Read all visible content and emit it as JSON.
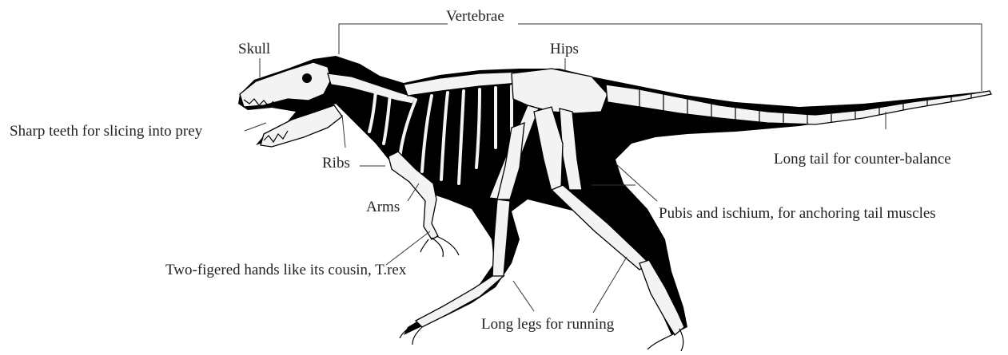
{
  "diagram": {
    "labels": {
      "vertebrae": "Vertebrae",
      "skull": "Skull",
      "hips": "Hips",
      "teeth": "Sharp teeth for slicing into prey",
      "ribs": "Ribs",
      "tail": "Long tail for counter-balance",
      "arms": "Arms",
      "pubis": "Pubis and ischium, for anchoring tail muscles",
      "hands": "Two-figered hands like its cousin, T.rex",
      "legs": "Long legs for running"
    },
    "colors": {
      "silhouette": "#000000",
      "bone": "#f3f3f3",
      "leader": "#333333",
      "text": "#222222"
    }
  }
}
